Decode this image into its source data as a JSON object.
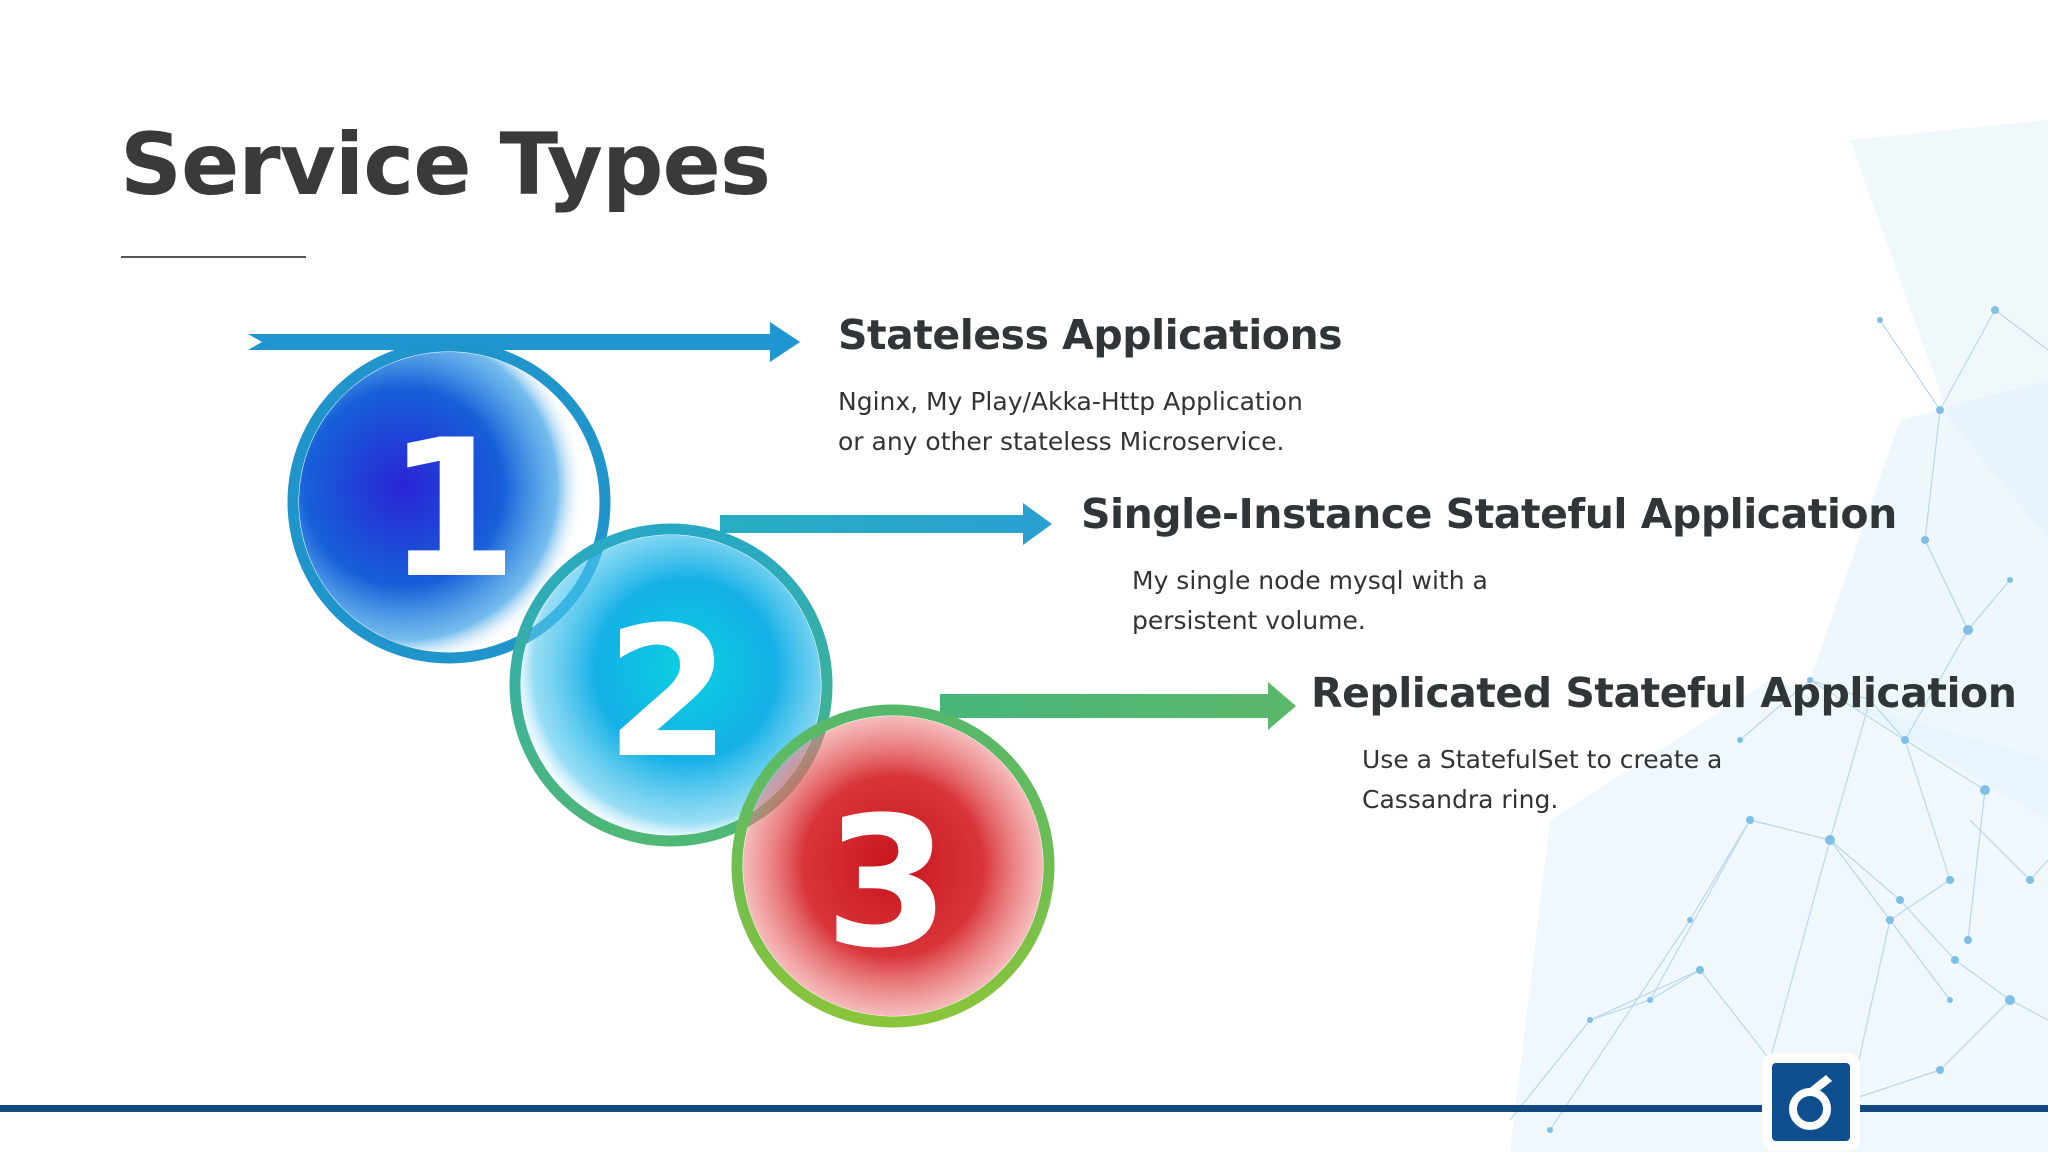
{
  "slide": {
    "title": "Service Types"
  },
  "items": [
    {
      "number": "1",
      "title": "Stateless Applications",
      "desc_line1": "Nginx, My Play/Akka-Http Application",
      "desc_line2": "or any other stateless Microservice.",
      "color": "#1f8fcf"
    },
    {
      "number": "2",
      "title": "Single-Instance Stateful Application",
      "desc_line1": "My single node mysql with a",
      "desc_line2": "persistent volume.",
      "color": "#2aa6c4"
    },
    {
      "number": "3",
      "title": "Replicated Stateful Application",
      "desc_line1": "Use a StatefulSet to create a",
      "desc_line2": "Cassandra ring.",
      "color": "#5bb56a"
    }
  ],
  "colors": {
    "title_text": "#3a3a3a",
    "bottom_bar": "#124a7f",
    "logo_bg": "#0f4f8f",
    "ring_1": "#1f95cc",
    "ring_2": "#2bb0a8",
    "ring_3": "#7cc242",
    "fill_1": "#1f3bd8",
    "fill_2": "#0bc4e0",
    "fill_3": "#c8141c"
  },
  "icons": {
    "logo": "company-logo-icon",
    "background": "network-mesh-decoration"
  }
}
